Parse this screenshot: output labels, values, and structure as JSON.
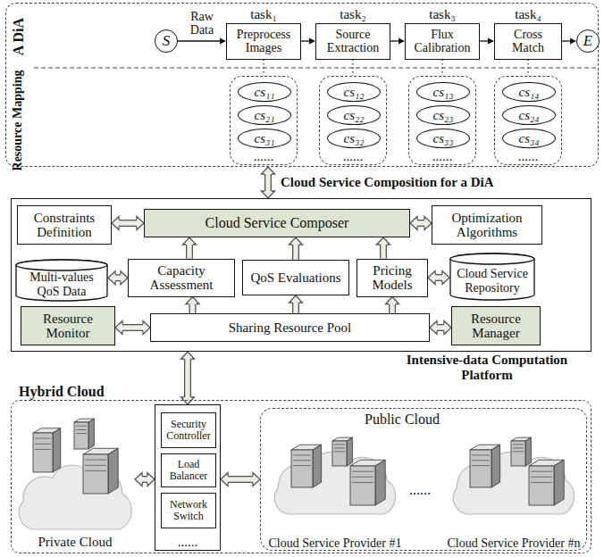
{
  "diagram": {
    "nodes": [
      {
        "text": [
          "A DiA",
          "Resource Mapping"
        ]
      },
      {
        "text": [
          "S"
        ],
        "in": 0
      },
      {
        "text": [
          "task₁",
          "Preprocess Images"
        ],
        "in": 0
      },
      {
        "text": [
          "task₂",
          "Source Extraction"
        ],
        "in": 0
      },
      {
        "text": [
          "task₃",
          "Flux Calibration"
        ],
        "in": 0
      },
      {
        "text": [
          "task₄",
          "Cross Match"
        ],
        "in": 0
      },
      {
        "text": [
          "E"
        ],
        "in": 0
      },
      {
        "text": [
          "......"
        ],
        "in": 0
      },
      {
        "text": [
          "cs₁₁"
        ],
        "in": 7
      },
      {
        "text": [
          "cs₂₁"
        ],
        "in": 7
      },
      {
        "text": [
          "cs₃₁"
        ],
        "in": 7
      },
      {
        "text": [
          "......"
        ],
        "in": 0
      },
      {
        "text": [
          "cs₁₂"
        ],
        "in": 11
      },
      {
        "text": [
          "cs₂₂"
        ],
        "in": 11
      },
      {
        "text": [
          "cs₃₂"
        ],
        "in": 11
      },
      {
        "text": [
          "......"
        ],
        "in": 0
      },
      {
        "text": [
          "cs₁₃"
        ],
        "in": 15
      },
      {
        "text": [
          "cs₂₃"
        ],
        "in": 15
      },
      {
        "text": [
          "cs₃₃"
        ],
        "in": 15
      },
      {
        "text": [
          "......"
        ],
        "in": 0
      },
      {
        "text": [
          "cs₁₄"
        ],
        "in": 19
      },
      {
        "text": [
          "cs₂₄"
        ],
        "in": 19
      },
      {
        "text": [
          "cs₃₄"
        ],
        "in": 19
      },
      {
        "text": [
          "Intensive-data Computation Platform"
        ]
      },
      {
        "text": [
          "Constraints Definition"
        ],
        "in": 23
      },
      {
        "text": [
          "Cloud Service Composer"
        ],
        "in": 23
      },
      {
        "text": [
          "Optimization Algorithms"
        ],
        "in": 23
      },
      {
        "text": [
          "Multi-values QoS Data"
        ],
        "in": 23
      },
      {
        "text": [
          "Capacity Assessment"
        ],
        "in": 23
      },
      {
        "text": [
          "QoS Evaluations"
        ],
        "in": 23
      },
      {
        "text": [
          "Pricing Models"
        ],
        "in": 23
      },
      {
        "text": [
          "Cloud Service Repository"
        ],
        "in": 23
      },
      {
        "text": [
          "Resource Monitor"
        ],
        "in": 23
      },
      {
        "text": [
          "Sharing Resource Pool"
        ],
        "in": 23
      },
      {
        "text": [
          "Resource Manager"
        ],
        "in": 23
      },
      {
        "text": [
          "Hybrid Cloud"
        ]
      },
      {
        "text": [
          "Private Cloud"
        ],
        "in": 35
      },
      {
        "text": [
          "......"
        ],
        "in": 35
      },
      {
        "text": [
          "Security Controller"
        ],
        "in": 37
      },
      {
        "text": [
          "Load Balancer"
        ],
        "in": 37
      },
      {
        "text": [
          "Network Switch"
        ],
        "in": 37
      },
      {
        "text": [
          "Public Cloud",
          "......"
        ],
        "in": 35
      },
      {
        "text": [
          "Cloud Service Provider #1"
        ],
        "in": 41
      },
      {
        "text": [
          "Cloud Service Provider #n"
        ],
        "in": 41
      }
    ],
    "edges": [
      {
        "from": 1,
        "to": 2,
        "label": "Raw Data",
        "arrow": "to"
      },
      {
        "from": 2,
        "to": 3,
        "arrow": "to"
      },
      {
        "from": 3,
        "to": 4,
        "arrow": "to"
      },
      {
        "from": 4,
        "to": 5,
        "arrow": "to"
      },
      {
        "from": 5,
        "to": 6,
        "arrow": "to"
      },
      {
        "from": 2,
        "to": 7,
        "arrow": "none"
      },
      {
        "from": 3,
        "to": 11,
        "arrow": "none"
      },
      {
        "from": 4,
        "to": 15,
        "arrow": "none"
      },
      {
        "from": 5,
        "to": 19,
        "arrow": "none"
      },
      {
        "from": 0,
        "to": 23,
        "label": "Cloud Service Composition for a DiA",
        "arrow": "both"
      },
      {
        "from": 24,
        "to": 25,
        "arrow": "both"
      },
      {
        "from": 25,
        "to": 26,
        "arrow": "both"
      },
      {
        "from": 28,
        "to": 25,
        "arrow": "to"
      },
      {
        "from": 29,
        "to": 25,
        "arrow": "to"
      },
      {
        "from": 30,
        "to": 25,
        "arrow": "to"
      },
      {
        "from": 27,
        "to": 28,
        "arrow": "both"
      },
      {
        "from": 30,
        "to": 31,
        "arrow": "both"
      },
      {
        "from": 33,
        "to": 28,
        "arrow": "to"
      },
      {
        "from": 33,
        "to": 29,
        "arrow": "to"
      },
      {
        "from": 33,
        "to": 30,
        "arrow": "to"
      },
      {
        "from": 32,
        "to": 33,
        "arrow": "both"
      },
      {
        "from": 33,
        "to": 34,
        "arrow": "both"
      },
      {
        "from": 23,
        "to": 37,
        "arrow": "both"
      },
      {
        "from": 36,
        "to": 37,
        "arrow": "both"
      },
      {
        "from": 37,
        "to": 41,
        "arrow": "both"
      }
    ]
  }
}
